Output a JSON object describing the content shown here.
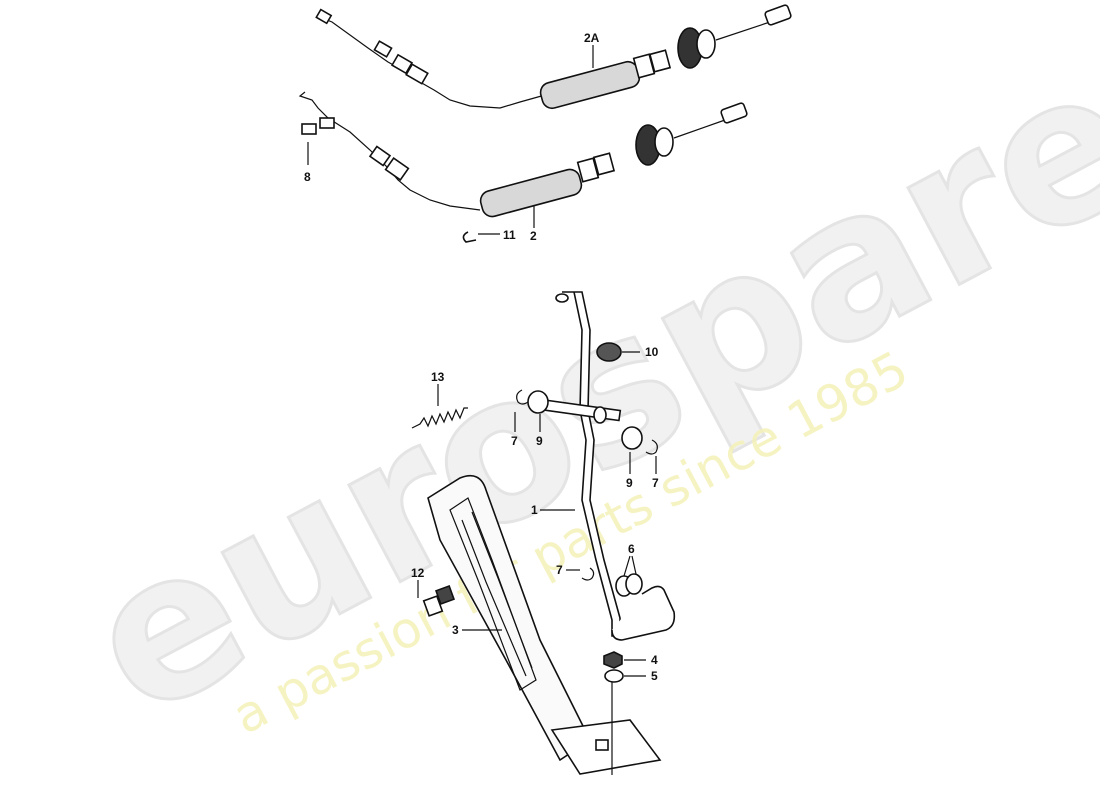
{
  "watermark": {
    "brand": "eurospares",
    "tagline": "a passion for parts since 1985"
  },
  "callouts": [
    {
      "id": "c-2A",
      "text": "2A"
    },
    {
      "id": "c-8",
      "text": "8"
    },
    {
      "id": "c-11",
      "text": "11"
    },
    {
      "id": "c-2",
      "text": "2"
    },
    {
      "id": "c-10",
      "text": "10"
    },
    {
      "id": "c-13",
      "text": "13"
    },
    {
      "id": "c-7a",
      "text": "7"
    },
    {
      "id": "c-9a",
      "text": "9"
    },
    {
      "id": "c-9b",
      "text": "9"
    },
    {
      "id": "c-7b",
      "text": "7"
    },
    {
      "id": "c-1",
      "text": "1"
    },
    {
      "id": "c-6",
      "text": "6"
    },
    {
      "id": "c-7c",
      "text": "7"
    },
    {
      "id": "c-12",
      "text": "12"
    },
    {
      "id": "c-3",
      "text": "3"
    },
    {
      "id": "c-4",
      "text": "4"
    },
    {
      "id": "c-5",
      "text": "5"
    }
  ],
  "colors": {
    "linework": "#111111",
    "watermark_gray": "#e4e4e4",
    "watermark_yellow": "#f4f1b8"
  }
}
